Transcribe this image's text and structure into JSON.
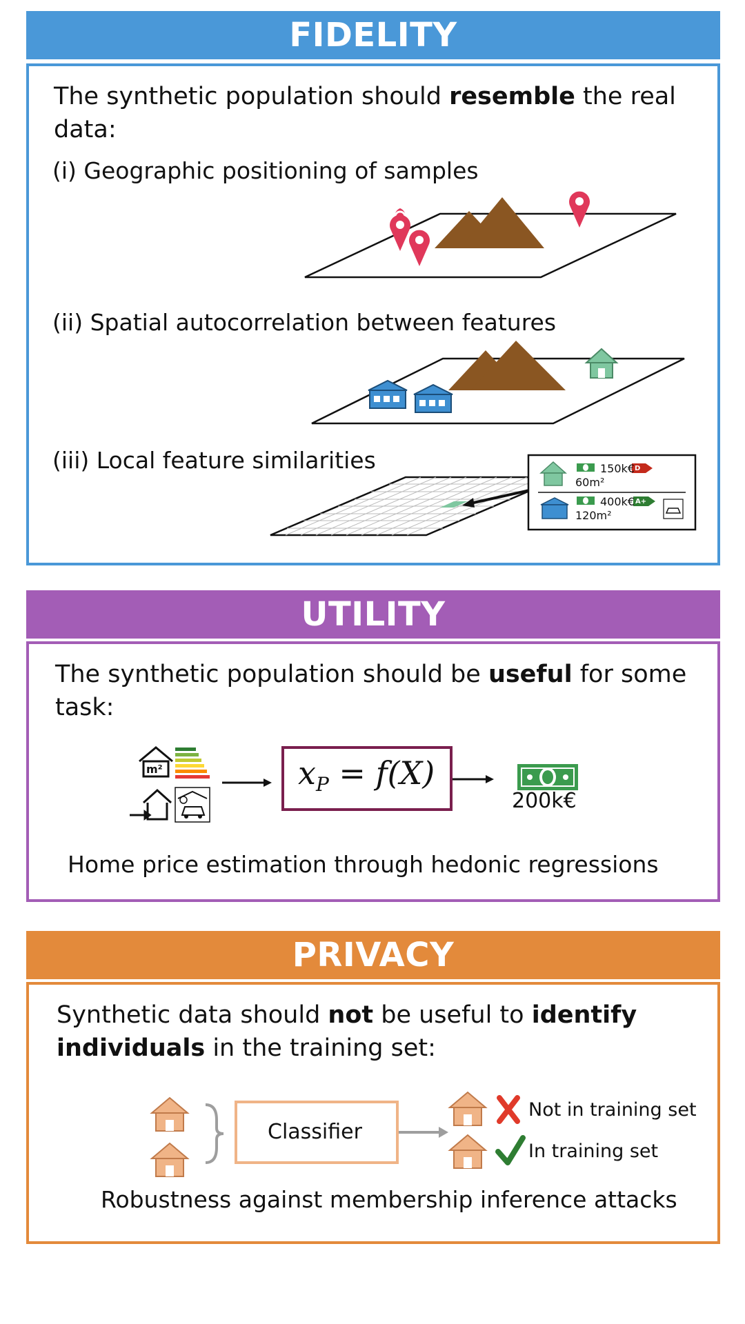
{
  "colors": {
    "fidelity": "#4a98d8",
    "utility": "#a35db6",
    "privacy": "#e38a3b",
    "mountain": "#8a5622",
    "pin": "#e0385a",
    "house_blue": "#3e8fd1",
    "house_green": "#7fc7a0",
    "house_orange": "#f0b487",
    "formula_border": "#7a1f4e",
    "cross": "#e03a2a",
    "check": "#2e7d32"
  },
  "fidelity": {
    "title": "FIDELITY",
    "intro_pre": "The synthetic population should ",
    "intro_bold": "resemble",
    "intro_post": " the real data:",
    "item1": "(i) Geographic positioning of samples",
    "item2": "(ii) Spatial autocorrelation between features",
    "item3": "(iii) Local feature similarities",
    "card": {
      "row1_price": "150k€",
      "row1_area": "60m²",
      "row1_label": "D",
      "row2_price": "400k€",
      "row2_area": "120m²",
      "row2_label": "A+"
    }
  },
  "utility": {
    "title": "UTILITY",
    "intro_pre": "The synthetic population should be ",
    "intro_bold": "useful",
    "intro_post": " for some task:",
    "formula_lhs": "x",
    "formula_sub": "P",
    "formula_rhs": " = f(X)",
    "price": "200k€",
    "m2_label": "m²",
    "caption": "Home price estimation through hedonic regressions"
  },
  "privacy": {
    "title": "PRIVACY",
    "intro_pre": "Synthetic data should ",
    "intro_bold1": "not",
    "intro_mid": " be useful to ",
    "intro_bold2": "identify individuals",
    "intro_post": " in the training set:",
    "classifier": "Classifier",
    "not_in": "Not in training set",
    "in": "In training set",
    "caption": "Robustness against membership inference attacks"
  }
}
